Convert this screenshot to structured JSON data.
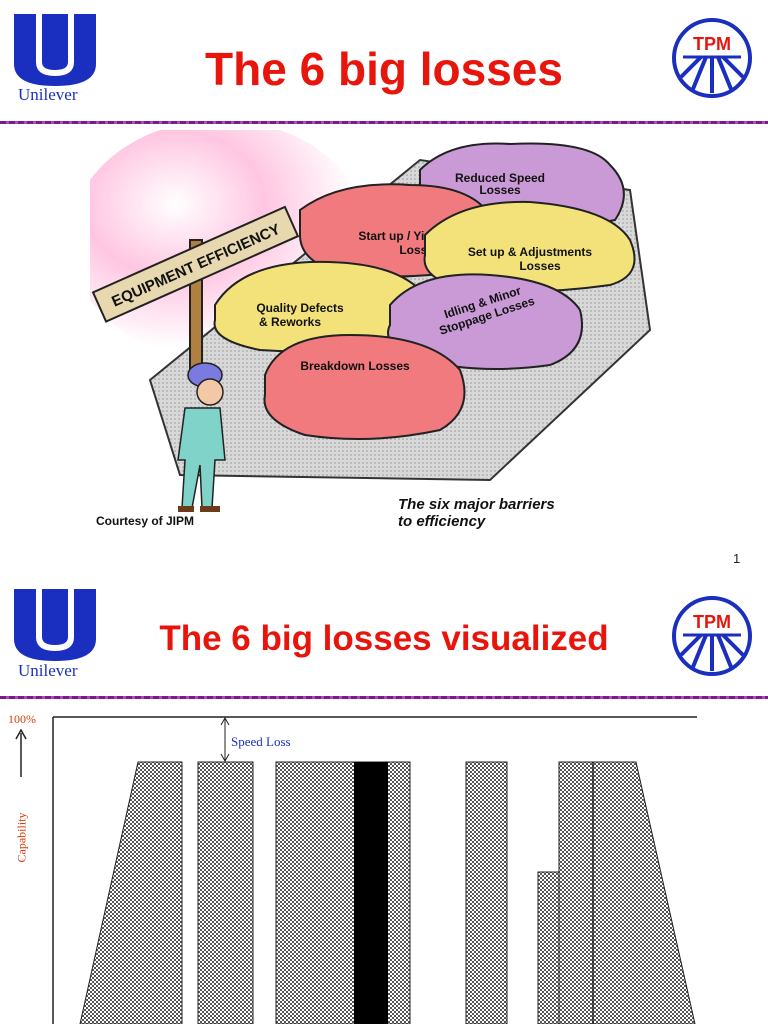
{
  "slide1": {
    "brand": "Unilever",
    "title": "The 6 big losses",
    "tpm_logo_text": "TPM",
    "sign_text": "EQUIPMENT EFFICIENCY",
    "losses": [
      "Reduced Speed",
      "Losses",
      "Start up / Yield",
      "Losses",
      "Set up & Adjustments",
      "Losses",
      "Quality Defects",
      "& Reworks",
      "Idling & Minor",
      "Stoppage Losses",
      "Breakdown Losses"
    ],
    "courtesy": "Courtesy of JIPM",
    "caption_line1": "The six major barriers",
    "caption_line2": "to efficiency",
    "page_number": "1"
  },
  "slide2": {
    "brand": "Unilever",
    "title": "The 6 big losses visualized",
    "tpm_logo_text": "TPM",
    "y_top_label": "100%",
    "y_axis_label": "Capability",
    "annotation": "Speed Loss"
  },
  "colors": {
    "title_red": "#e8150c",
    "brand_blue": "#1a2fbf",
    "rule_purple": "#7a1a8c"
  }
}
